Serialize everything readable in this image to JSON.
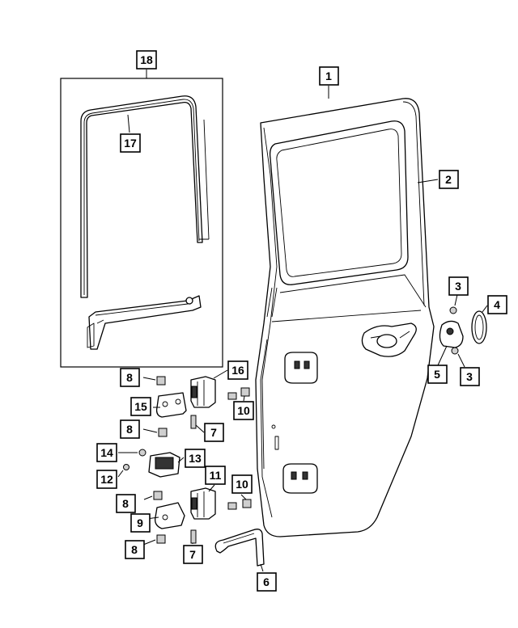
{
  "callouts": {
    "c1": "1",
    "c2": "2",
    "c3a": "3",
    "c3b": "3",
    "c4": "4",
    "c5": "5",
    "c6": "6",
    "c7a": "7",
    "c7b": "7",
    "c8a": "8",
    "c8b": "8",
    "c8c": "8",
    "c8d": "8",
    "c9": "9",
    "c10a": "10",
    "c10b": "10",
    "c11": "11",
    "c12": "12",
    "c13": "13",
    "c14": "14",
    "c15": "15",
    "c16": "16",
    "c17": "17",
    "c18": "18"
  },
  "colors": {
    "line": "#000000",
    "background": "#ffffff"
  }
}
